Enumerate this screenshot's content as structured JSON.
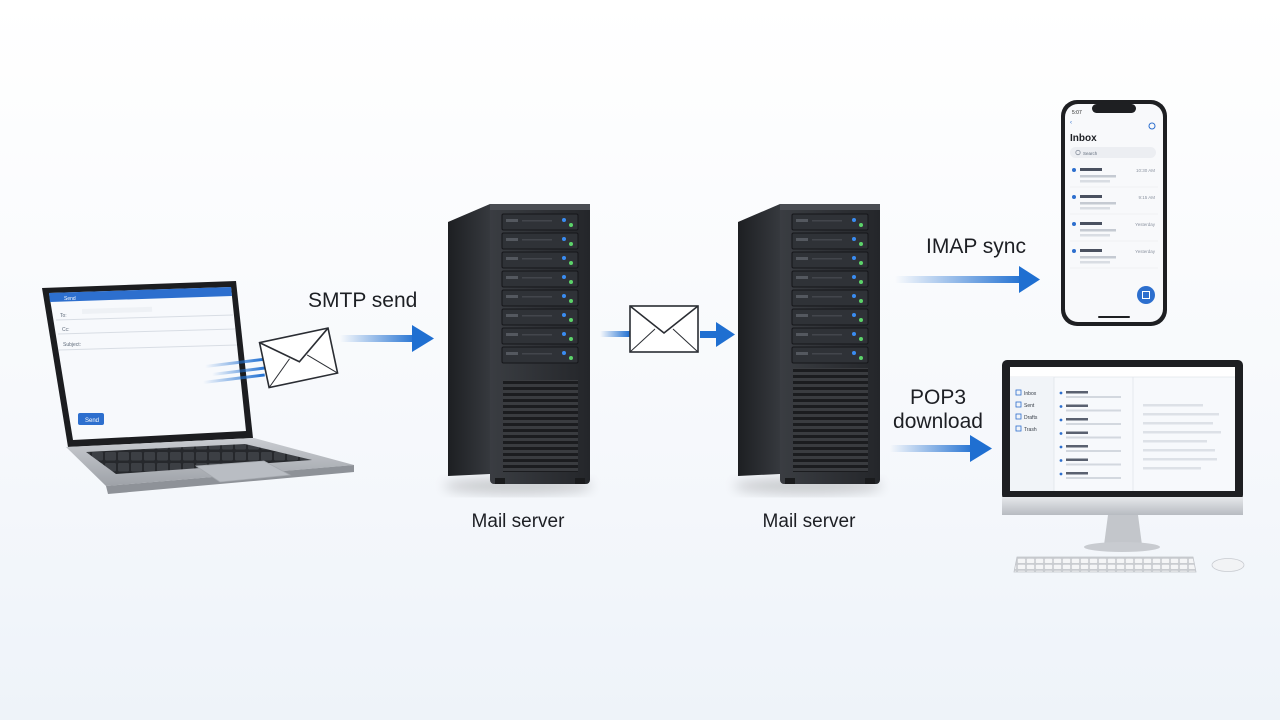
{
  "labels": {
    "smtp": "SMTP send",
    "imap": "IMAP sync",
    "pop3_line1": "POP3",
    "pop3_line2": "download",
    "server_left": "Mail server",
    "server_right": "Mail server"
  },
  "laptop_compose": {
    "title": "Send",
    "to": "To:",
    "cc": "Cc:",
    "subject": "Subject:",
    "send_button": "Send"
  },
  "phone_inbox": {
    "time": "5:07",
    "title": "Inbox",
    "search_placeholder": "Search",
    "messages": [
      {
        "time": "10:30 AM"
      },
      {
        "time": "9:15 AM"
      },
      {
        "time": "Yesterday"
      },
      {
        "time": "Yesterday"
      }
    ]
  },
  "desktop_client": {
    "folders": [
      "Inbox",
      "Sent",
      "Drafts",
      "Trash"
    ]
  },
  "colors": {
    "arrow_blue": "#1f6fd1",
    "server_dark": "#2a2c30",
    "led_green": "#5cd46a",
    "led_blue": "#3a8cf2"
  }
}
